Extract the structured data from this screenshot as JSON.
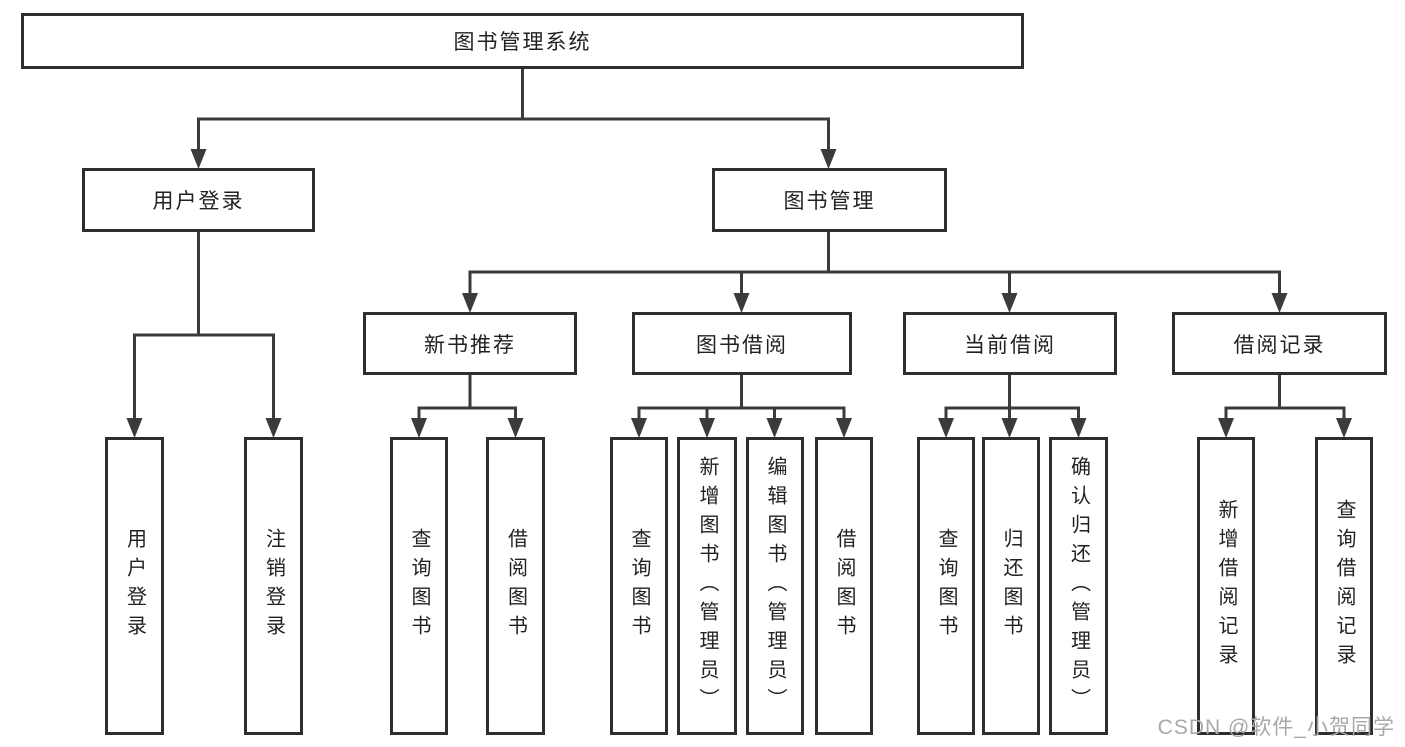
{
  "diagram": {
    "tree": {
      "label": "图书管理系统",
      "children": [
        {
          "label": "用户登录",
          "children": [
            {
              "label": "用户登录"
            },
            {
              "label": "注销登录"
            }
          ]
        },
        {
          "label": "图书管理",
          "children": [
            {
              "label": "新书推荐",
              "children": [
                {
                  "label": "查询图书"
                },
                {
                  "label": "借阅图书"
                }
              ]
            },
            {
              "label": "图书借阅",
              "children": [
                {
                  "label": "查询图书"
                },
                {
                  "label": "新增图书（管理员）"
                },
                {
                  "label": "编辑图书（管理员）"
                },
                {
                  "label": "借阅图书"
                }
              ]
            },
            {
              "label": "当前借阅",
              "children": [
                {
                  "label": "查询图书"
                },
                {
                  "label": "归还图书"
                },
                {
                  "label": "确认归还（管理员）"
                }
              ]
            },
            {
              "label": "借阅记录",
              "children": [
                {
                  "label": "新增借阅记录"
                },
                {
                  "label": "查询借阅记录"
                }
              ]
            }
          ]
        }
      ]
    },
    "watermark": "CSDN @软件_小贺同学",
    "colors": {
      "line": "#3b3b3b",
      "border": "#2e2e2e",
      "text": "#222222",
      "watermark": "#a8a8a8"
    }
  }
}
